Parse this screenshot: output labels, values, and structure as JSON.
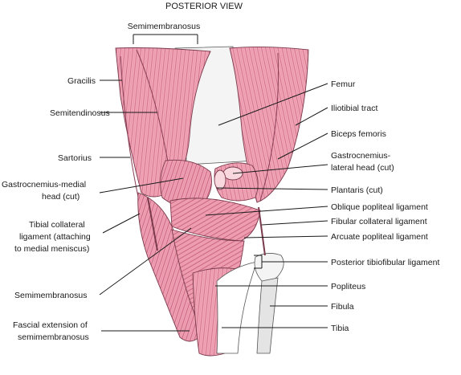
{
  "title": "POSTERIOR VIEW",
  "colors": {
    "muscle": "#f2a6b8",
    "muscle_dark": "#c4607a",
    "bone": "#ffffff",
    "bone_shade": "#dcdcdc",
    "line": "#1a1a1a"
  },
  "labels": {
    "semimembranosus_top": "Semimembranosus",
    "gracilis": "Gracilis",
    "semitendinosus": "Semitendinosus",
    "sartorius": "Sartorius",
    "gastroc_medial_1": "Gastrocnemius-medial",
    "gastroc_medial_2": "head (cut)",
    "tibial_collateral_1": "Tibial collateral",
    "tibial_collateral_2": "ligament (attaching",
    "tibial_collateral_3": "to medial meniscus)",
    "semimembranosus_bottom": "Semimembranosus",
    "fascial_ext_1": "Fascial extension of",
    "fascial_ext_2": "semimembranosus",
    "femur": "Femur",
    "iliotibial": "Iliotibial tract",
    "biceps": "Biceps femoris",
    "gastroc_lateral_1": "Gastrocnemius-",
    "gastroc_lateral_2": "lateral head (cut)",
    "plantaris": "Plantaris (cut)",
    "oblique_popliteal": "Oblique popliteal ligament",
    "fibular_collateral": "Fibular collateral ligament",
    "arcuate_popliteal": "Arcuate popliteal ligament",
    "posterior_tibiofibular": "Posterior tibiofibular ligament",
    "popliteus": "Popliteus",
    "fibula": "Fibula",
    "tibia": "Tibia"
  }
}
